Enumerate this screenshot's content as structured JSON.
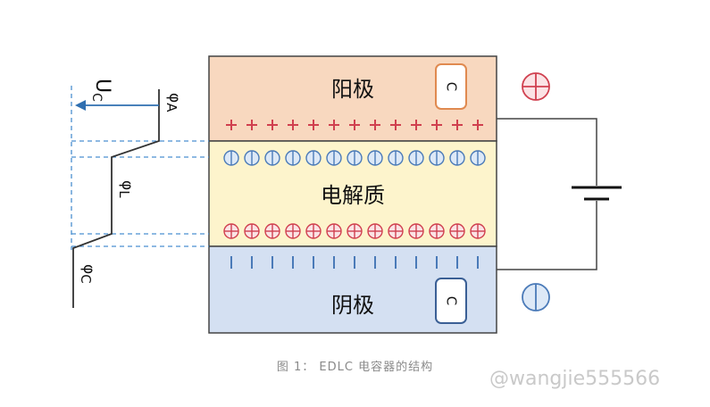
{
  "regions": {
    "anode_label": "阳极",
    "electrolyte_label": "电解质",
    "cathode_label": "阴极",
    "carbon_label": "C"
  },
  "potentials": {
    "uc_main": "U",
    "uc_sub": "C",
    "phi_a_main": "φ",
    "phi_a_sub": "A",
    "phi_l_main": "φ",
    "phi_l_sub": "L",
    "phi_c_main": "φ",
    "phi_c_sub": "C"
  },
  "charges": {
    "anode_plus_count": 13,
    "electrolyte_minus_count": 13,
    "electrolyte_plus_count": 13,
    "cathode_minus_count": 13
  },
  "caption": "图 1： EDLC 电容器的结构",
  "watermark": "@wangjie555566",
  "colors": {
    "anode_fill": "#f8d8bf",
    "electrolyte_fill": "#fdf4cc",
    "cathode_fill": "#d4e0f2",
    "plus_red": "#d0404f",
    "minus_blue": "#4a7ab8",
    "arrow_blue": "#2f6fb0",
    "dash_blue": "#4a8fd0",
    "carbon_box": "#e08a50"
  }
}
